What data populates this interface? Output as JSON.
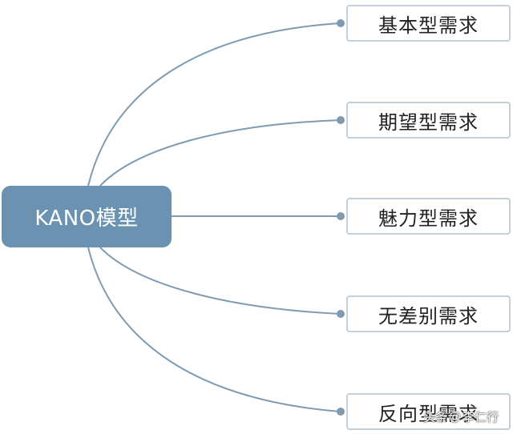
{
  "diagram": {
    "root": {
      "label": "KANO模型"
    },
    "branches": [
      {
        "label": "基本型需求"
      },
      {
        "label": "期望型需求"
      },
      {
        "label": "魅力型需求"
      },
      {
        "label": "无差别需求"
      },
      {
        "label": "反向型需求"
      }
    ],
    "colors": {
      "root_fill": "#6b93b1",
      "connector": "#7f9bb1",
      "leaf_border": "#c5cfd8",
      "text": "#222222"
    }
  },
  "watermark": {
    "platform": "头条",
    "at": "@",
    "author": "李仁行"
  }
}
